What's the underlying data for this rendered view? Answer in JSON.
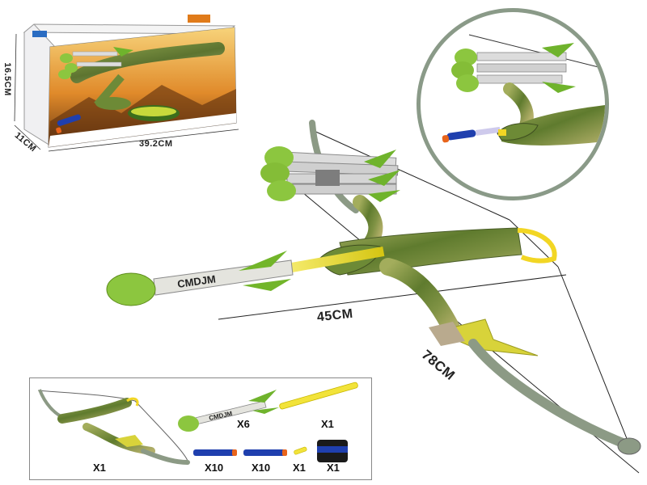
{
  "package": {
    "height_label": "16.5CM",
    "depth_label": "11CM",
    "width_label": "39.2CM"
  },
  "product": {
    "arrow_length_label": "45CM",
    "bow_length_label": "78CM"
  },
  "contents": {
    "items": [
      {
        "name": "bow",
        "qty": "X1"
      },
      {
        "name": "suction-arrow",
        "qty": "X6"
      },
      {
        "name": "yellow-tube",
        "qty": "X1"
      },
      {
        "name": "foam-dart-a",
        "qty": "X10"
      },
      {
        "name": "foam-dart-b",
        "qty": "X10"
      },
      {
        "name": "small-yellow-part",
        "qty": "X1"
      },
      {
        "name": "arm-guard",
        "qty": "X1"
      }
    ]
  },
  "colors": {
    "bow_green": "#6f8a3a",
    "bow_dark": "#4b5e2a",
    "limb_gray": "#8c9a85",
    "arrow_tip": "#8cc63f",
    "shaft_yellow": "#f2e33a",
    "dart_blue": "#1f3fae",
    "dart_tip": "#e8641b",
    "box_orange": "#e07b1a"
  }
}
